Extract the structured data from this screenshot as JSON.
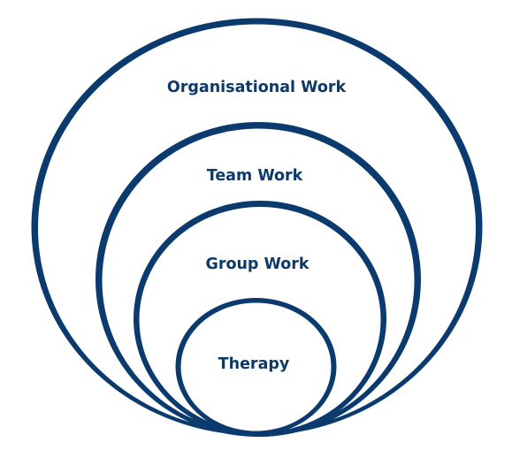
{
  "diagram": {
    "type": "nested-circles",
    "stroke_color": "#0b3b6e",
    "label_color": "#0d3a68",
    "background": "#ffffff",
    "rings": [
      {
        "id": "organisational-work",
        "label": "Organisational Work"
      },
      {
        "id": "team-work",
        "label": "Team Work"
      },
      {
        "id": "group-work",
        "label": "Group Work"
      },
      {
        "id": "therapy",
        "label": "Therapy"
      }
    ]
  }
}
